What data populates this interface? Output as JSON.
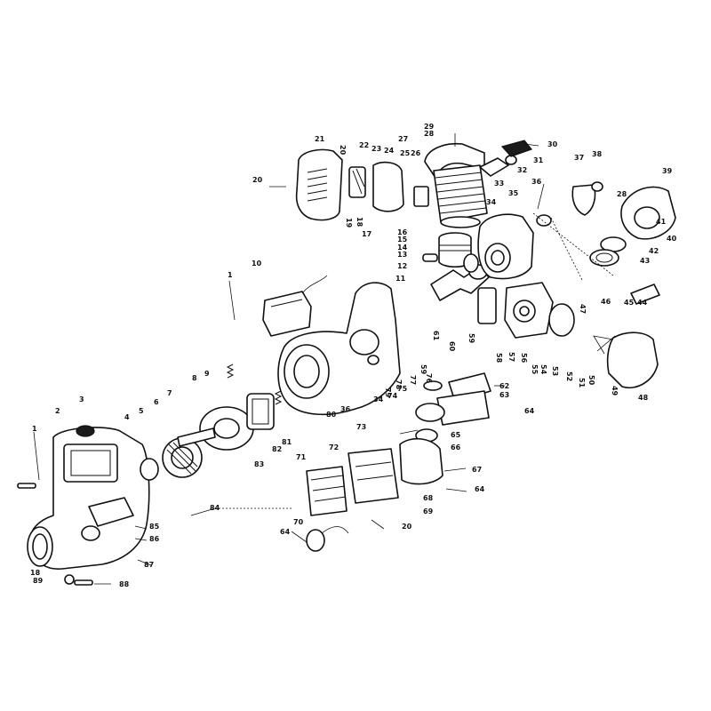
{
  "colors": {
    "ink": "#111111",
    "paper": "#ffffff"
  },
  "callouts": [
    {
      "id": "c1a",
      "label": "1"
    },
    {
      "id": "c1b",
      "label": "1"
    },
    {
      "id": "c2",
      "label": "2"
    },
    {
      "id": "c3",
      "label": "3"
    },
    {
      "id": "c4",
      "label": "4"
    },
    {
      "id": "c5",
      "label": "5"
    },
    {
      "id": "c6",
      "label": "6"
    },
    {
      "id": "c7",
      "label": "7"
    },
    {
      "id": "c8",
      "label": "8"
    },
    {
      "id": "c9",
      "label": "9"
    },
    {
      "id": "c10",
      "label": "10"
    },
    {
      "id": "c11",
      "label": "11"
    },
    {
      "id": "c12",
      "label": "12"
    },
    {
      "id": "c13",
      "label": "13"
    },
    {
      "id": "c14",
      "label": "14"
    },
    {
      "id": "c15",
      "label": "15"
    },
    {
      "id": "c16",
      "label": "16"
    },
    {
      "id": "c17",
      "label": "17"
    },
    {
      "id": "c18a",
      "label": "18"
    },
    {
      "id": "c18b",
      "label": "18"
    },
    {
      "id": "c19",
      "label": "19"
    },
    {
      "id": "c20a",
      "label": "20"
    },
    {
      "id": "c20b",
      "label": "20"
    },
    {
      "id": "c20c",
      "label": "20"
    },
    {
      "id": "c21",
      "label": "21"
    },
    {
      "id": "c22",
      "label": "22"
    },
    {
      "id": "c23",
      "label": "23"
    },
    {
      "id": "c24",
      "label": "24"
    },
    {
      "id": "c25",
      "label": "25"
    },
    {
      "id": "c26",
      "label": "26"
    },
    {
      "id": "c27",
      "label": "27"
    },
    {
      "id": "c28a",
      "label": "28"
    },
    {
      "id": "c28b",
      "label": "28"
    },
    {
      "id": "c29",
      "label": "29"
    },
    {
      "id": "c30",
      "label": "30"
    },
    {
      "id": "c31",
      "label": "31"
    },
    {
      "id": "c32",
      "label": "32"
    },
    {
      "id": "c33",
      "label": "33"
    },
    {
      "id": "c34a",
      "label": "34"
    },
    {
      "id": "c34b",
      "label": "34"
    },
    {
      "id": "c35",
      "label": "35"
    },
    {
      "id": "c36a",
      "label": "36"
    },
    {
      "id": "c36b",
      "label": "36"
    },
    {
      "id": "c37",
      "label": "37"
    },
    {
      "id": "c38",
      "label": "38"
    },
    {
      "id": "c39",
      "label": "39"
    },
    {
      "id": "c40",
      "label": "40"
    },
    {
      "id": "c41",
      "label": "41"
    },
    {
      "id": "c42",
      "label": "42"
    },
    {
      "id": "c43",
      "label": "43"
    },
    {
      "id": "c44",
      "label": "44"
    },
    {
      "id": "c45",
      "label": "45"
    },
    {
      "id": "c46",
      "label": "46"
    },
    {
      "id": "c47",
      "label": "47"
    },
    {
      "id": "c48",
      "label": "48"
    },
    {
      "id": "c49",
      "label": "49"
    },
    {
      "id": "c50",
      "label": "50"
    },
    {
      "id": "c51",
      "label": "51"
    },
    {
      "id": "c52",
      "label": "52"
    },
    {
      "id": "c53",
      "label": "53"
    },
    {
      "id": "c54",
      "label": "54"
    },
    {
      "id": "c55",
      "label": "55"
    },
    {
      "id": "c56",
      "label": "56"
    },
    {
      "id": "c57",
      "label": "57"
    },
    {
      "id": "c58",
      "label": "58"
    },
    {
      "id": "c59a",
      "label": "59"
    },
    {
      "id": "c59b",
      "label": "59"
    },
    {
      "id": "c60",
      "label": "60"
    },
    {
      "id": "c61",
      "label": "61"
    },
    {
      "id": "c62",
      "label": "62"
    },
    {
      "id": "c63",
      "label": "63"
    },
    {
      "id": "c64a",
      "label": "64"
    },
    {
      "id": "c64b",
      "label": "64"
    },
    {
      "id": "c64c",
      "label": "64"
    },
    {
      "id": "c65",
      "label": "65"
    },
    {
      "id": "c66",
      "label": "66"
    },
    {
      "id": "c67",
      "label": "67"
    },
    {
      "id": "c68",
      "label": "68"
    },
    {
      "id": "c69",
      "label": "69"
    },
    {
      "id": "c70",
      "label": "70"
    },
    {
      "id": "c71",
      "label": "71"
    },
    {
      "id": "c72",
      "label": "72"
    },
    {
      "id": "c73",
      "label": "73"
    },
    {
      "id": "c74",
      "label": "74"
    },
    {
      "id": "c75",
      "label": "75"
    },
    {
      "id": "c76",
      "label": "76"
    },
    {
      "id": "c77",
      "label": "77"
    },
    {
      "id": "c78",
      "label": "78"
    },
    {
      "id": "c79",
      "label": "79"
    },
    {
      "id": "c80",
      "label": "80"
    },
    {
      "id": "c81",
      "label": "81"
    },
    {
      "id": "c82",
      "label": "82"
    },
    {
      "id": "c83",
      "label": "83"
    },
    {
      "id": "c84",
      "label": "84"
    },
    {
      "id": "c85",
      "label": "85"
    },
    {
      "id": "c86",
      "label": "86"
    },
    {
      "id": "c87",
      "label": "87"
    },
    {
      "id": "c88",
      "label": "88"
    },
    {
      "id": "c89",
      "label": "89"
    }
  ]
}
